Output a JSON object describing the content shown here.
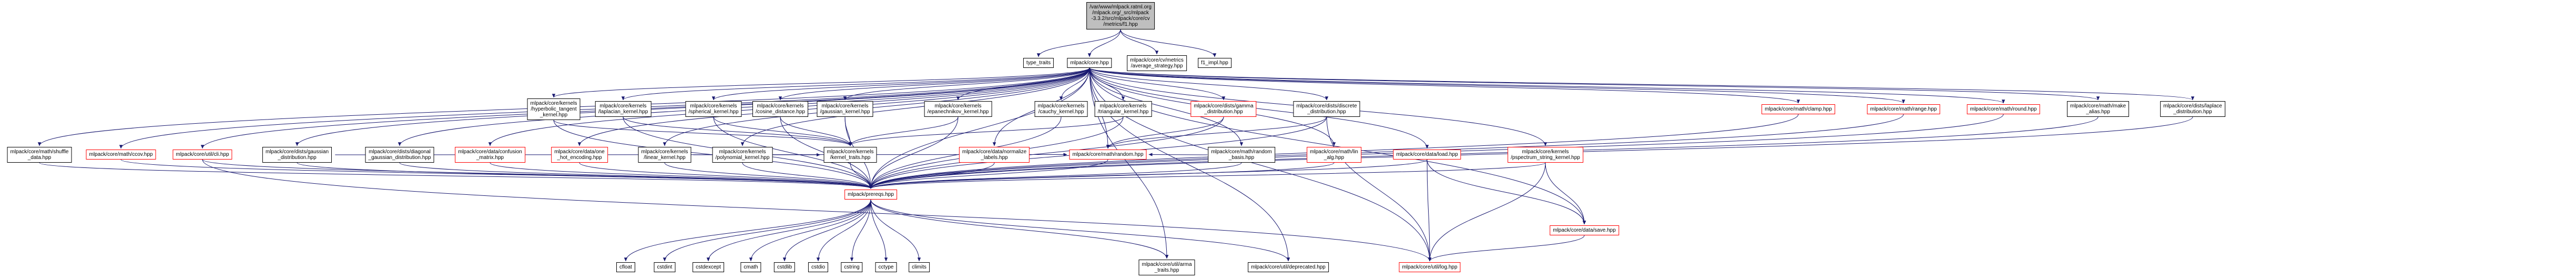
{
  "graph": {
    "title": "include dependency graph",
    "colors": {
      "background": "#ffffff",
      "edge": "#191970",
      "node_border": "#000000",
      "truncated_border": "#ff0000",
      "root_fill": "#bfbfbf",
      "node_fill": "#ffffff",
      "text": "#000000"
    },
    "nodes": [
      {
        "id": "root",
        "label": "/var/www/mlpack.ratml.org\n/mlpack.org/_src/mlpack\n-3.3.2/src/mlpack/core/cv\n/metrics/f1.hpp",
        "style": "root"
      },
      {
        "id": "type_traits",
        "label": "type_traits",
        "style": "plain"
      },
      {
        "id": "core",
        "label": "mlpack/core.hpp",
        "style": "normal"
      },
      {
        "id": "avg",
        "label": "mlpack/core/cv/metrics\n/average_strategy.hpp",
        "style": "normal"
      },
      {
        "id": "f1_impl",
        "label": "f1_impl.hpp",
        "style": "normal"
      },
      {
        "id": "hyperbolic",
        "label": "mlpack/core/kernels\n/hyperbolic_tangent\n_kernel.hpp",
        "style": "normal"
      },
      {
        "id": "laplacian",
        "label": "mlpack/core/kernels\n/laplacian_kernel.hpp",
        "style": "normal"
      },
      {
        "id": "spherical",
        "label": "mlpack/core/kernels\n/spherical_kernel.hpp",
        "style": "normal"
      },
      {
        "id": "cosine",
        "label": "mlpack/core/kernels\n/cosine_distance.hpp",
        "style": "normal"
      },
      {
        "id": "gaussian",
        "label": "mlpack/core/kernels\n/gaussian_kernel.hpp",
        "style": "normal"
      },
      {
        "id": "epanechnikov",
        "label": "mlpack/core/kernels\n/epanechnikov_kernel.hpp",
        "style": "normal"
      },
      {
        "id": "cauchy",
        "label": "mlpack/core/kernels\n/cauchy_kernel.hpp",
        "style": "normal"
      },
      {
        "id": "triangular",
        "label": "mlpack/core/kernels\n/triangular_kernel.hpp",
        "style": "normal"
      },
      {
        "id": "gamma",
        "label": "mlpack/core/dists/gamma\n_distribution.hpp",
        "style": "truncated"
      },
      {
        "id": "discrete",
        "label": "mlpack/core/dists/discrete\n_distribution.hpp",
        "style": "normal"
      },
      {
        "id": "clamp",
        "label": "mlpack/core/math/clamp.hpp",
        "style": "truncated"
      },
      {
        "id": "range",
        "label": "mlpack/core/math/range.hpp",
        "style": "truncated"
      },
      {
        "id": "round",
        "label": "mlpack/core/math/round.hpp",
        "style": "truncated"
      },
      {
        "id": "make_alias",
        "label": "mlpack/core/math/make\n_alias.hpp",
        "style": "normal"
      },
      {
        "id": "laplace",
        "label": "mlpack/core/dists/laplace\n_distribution.hpp",
        "style": "normal"
      },
      {
        "id": "shuffle",
        "label": "mlpack/core/math/shuffle\n_data.hpp",
        "style": "normal"
      },
      {
        "id": "ccov",
        "label": "mlpack/core/math/ccov.hpp",
        "style": "truncated"
      },
      {
        "id": "cli",
        "label": "mlpack/core/util/cli.hpp",
        "style": "truncated"
      },
      {
        "id": "gaussian_dist",
        "label": "mlpack/core/dists/gaussian\n_distribution.hpp",
        "style": "normal"
      },
      {
        "id": "diagonal",
        "label": "mlpack/core/dists/diagonal\n_gaussian_distribution.hpp",
        "style": "normal"
      },
      {
        "id": "confusion",
        "label": "mlpack/core/data/confusion\n_matrix.hpp",
        "style": "truncated"
      },
      {
        "id": "one_hot",
        "label": "mlpack/core/data/one\n_hot_encoding.hpp",
        "style": "truncated"
      },
      {
        "id": "linear",
        "label": "mlpack/core/kernels\n/linear_kernel.hpp",
        "style": "normal"
      },
      {
        "id": "polynomial",
        "label": "mlpack/core/kernels\n/polynomial_kernel.hpp",
        "style": "normal"
      },
      {
        "id": "kernel_traits",
        "label": "mlpack/core/kernels\n/kernel_traits.hpp",
        "style": "normal"
      },
      {
        "id": "normalize",
        "label": "mlpack/core/data/normalize\n_labels.hpp",
        "style": "truncated"
      },
      {
        "id": "random",
        "label": "mlpack/core/math/random.hpp",
        "style": "truncated"
      },
      {
        "id": "random_basis",
        "label": "mlpack/core/math/random\n_basis.hpp",
        "style": "normal"
      },
      {
        "id": "lin_alg",
        "label": "mlpack/core/math/lin\n_alg.hpp",
        "style": "truncated"
      },
      {
        "id": "load",
        "label": "mlpack/core/data/load.hpp",
        "style": "truncated"
      },
      {
        "id": "pspectrum",
        "label": "mlpack/core/kernels\n/pspectrum_string_kernel.hpp",
        "style": "truncated"
      },
      {
        "id": "prereqs",
        "label": "mlpack/prereqs.hpp",
        "style": "truncated"
      },
      {
        "id": "save",
        "label": "mlpack/core/data/save.hpp",
        "style": "truncated"
      },
      {
        "id": "cfloat",
        "label": "cfloat",
        "style": "plain"
      },
      {
        "id": "cstdint",
        "label": "cstdint",
        "style": "plain"
      },
      {
        "id": "cstdexcept",
        "label": "cstdexcept",
        "style": "plain"
      },
      {
        "id": "cmath",
        "label": "cmath",
        "style": "plain"
      },
      {
        "id": "cstdlib",
        "label": "cstdlib",
        "style": "plain"
      },
      {
        "id": "cstdio",
        "label": "cstdio",
        "style": "plain"
      },
      {
        "id": "cstring",
        "label": "cstring",
        "style": "plain"
      },
      {
        "id": "cctype",
        "label": "cctype",
        "style": "plain"
      },
      {
        "id": "climits",
        "label": "climits",
        "style": "plain"
      },
      {
        "id": "arma",
        "label": "mlpack/core/util/arma\n_traits.hpp",
        "style": "normal"
      },
      {
        "id": "deprecated",
        "label": "mlpack/core/util/deprecated.hpp",
        "style": "normal"
      },
      {
        "id": "log",
        "label": "mlpack/core/util/log.hpp",
        "style": "truncated"
      }
    ],
    "edges": [
      [
        "root",
        "type_traits"
      ],
      [
        "root",
        "core"
      ],
      [
        "root",
        "avg"
      ],
      [
        "root",
        "f1_impl"
      ],
      [
        "core",
        "hyperbolic"
      ],
      [
        "core",
        "laplacian"
      ],
      [
        "core",
        "spherical"
      ],
      [
        "core",
        "cosine"
      ],
      [
        "core",
        "gaussian"
      ],
      [
        "core",
        "epanechnikov"
      ],
      [
        "core",
        "cauchy"
      ],
      [
        "core",
        "triangular"
      ],
      [
        "core",
        "gamma"
      ],
      [
        "core",
        "discrete"
      ],
      [
        "core",
        "clamp"
      ],
      [
        "core",
        "range"
      ],
      [
        "core",
        "round"
      ],
      [
        "core",
        "make_alias"
      ],
      [
        "core",
        "laplace"
      ],
      [
        "core",
        "shuffle"
      ],
      [
        "core",
        "ccov"
      ],
      [
        "core",
        "cli"
      ],
      [
        "core",
        "gaussian_dist"
      ],
      [
        "core",
        "diagonal"
      ],
      [
        "core",
        "confusion"
      ],
      [
        "core",
        "one_hot"
      ],
      [
        "core",
        "linear"
      ],
      [
        "core",
        "polynomial"
      ],
      [
        "core",
        "normalize"
      ],
      [
        "core",
        "random"
      ],
      [
        "core",
        "random_basis"
      ],
      [
        "core",
        "lin_alg"
      ],
      [
        "core",
        "load"
      ],
      [
        "core",
        "pspectrum"
      ],
      [
        "core",
        "prereqs"
      ],
      [
        "core",
        "save"
      ],
      [
        "core",
        "arma"
      ],
      [
        "core",
        "deprecated"
      ],
      [
        "core",
        "log"
      ],
      [
        "hyperbolic",
        "kernel_traits"
      ],
      [
        "laplacian",
        "kernel_traits"
      ],
      [
        "spherical",
        "kernel_traits"
      ],
      [
        "cosine",
        "kernel_traits"
      ],
      [
        "gaussian",
        "kernel_traits"
      ],
      [
        "epanechnikov",
        "kernel_traits"
      ],
      [
        "triangular",
        "kernel_traits"
      ],
      [
        "linear",
        "kernel_traits"
      ],
      [
        "hyperbolic",
        "prereqs"
      ],
      [
        "laplacian",
        "prereqs"
      ],
      [
        "spherical",
        "prereqs"
      ],
      [
        "cosine",
        "prereqs"
      ],
      [
        "gaussian",
        "prereqs"
      ],
      [
        "epanechnikov",
        "prereqs"
      ],
      [
        "cauchy",
        "prereqs"
      ],
      [
        "triangular",
        "prereqs"
      ],
      [
        "linear",
        "prereqs"
      ],
      [
        "polynomial",
        "prereqs"
      ],
      [
        "kernel_traits",
        "prereqs"
      ],
      [
        "pspectrum",
        "prereqs"
      ],
      [
        "pspectrum",
        "log"
      ],
      [
        "pspectrum",
        "save"
      ],
      [
        "gamma",
        "prereqs"
      ],
      [
        "gamma",
        "random"
      ],
      [
        "discrete",
        "prereqs"
      ],
      [
        "discrete",
        "random"
      ],
      [
        "discrete",
        "log"
      ],
      [
        "gaussian_dist",
        "prereqs"
      ],
      [
        "gaussian_dist",
        "random"
      ],
      [
        "diagonal",
        "prereqs"
      ],
      [
        "laplace",
        "prereqs"
      ],
      [
        "clamp",
        "prereqs"
      ],
      [
        "range",
        "prereqs"
      ],
      [
        "round",
        "prereqs"
      ],
      [
        "make_alias",
        "prereqs"
      ],
      [
        "shuffle",
        "prereqs"
      ],
      [
        "ccov",
        "prereqs"
      ],
      [
        "random",
        "prereqs"
      ],
      [
        "random_basis",
        "prereqs"
      ],
      [
        "random_basis",
        "random"
      ],
      [
        "lin_alg",
        "prereqs"
      ],
      [
        "cli",
        "prereqs"
      ],
      [
        "cli",
        "log"
      ],
      [
        "confusion",
        "prereqs"
      ],
      [
        "one_hot",
        "prereqs"
      ],
      [
        "normalize",
        "prereqs"
      ],
      [
        "load",
        "prereqs"
      ],
      [
        "load",
        "log"
      ],
      [
        "load",
        "save"
      ],
      [
        "save",
        "log"
      ],
      [
        "prereqs",
        "cfloat"
      ],
      [
        "prereqs",
        "cstdint"
      ],
      [
        "prereqs",
        "cstdexcept"
      ],
      [
        "prereqs",
        "cmath"
      ],
      [
        "prereqs",
        "cstdlib"
      ],
      [
        "prereqs",
        "cstdio"
      ],
      [
        "prereqs",
        "cstring"
      ],
      [
        "prereqs",
        "cctype"
      ],
      [
        "prereqs",
        "climits"
      ],
      [
        "prereqs",
        "arma"
      ],
      [
        "prereqs",
        "deprecated"
      ]
    ]
  }
}
